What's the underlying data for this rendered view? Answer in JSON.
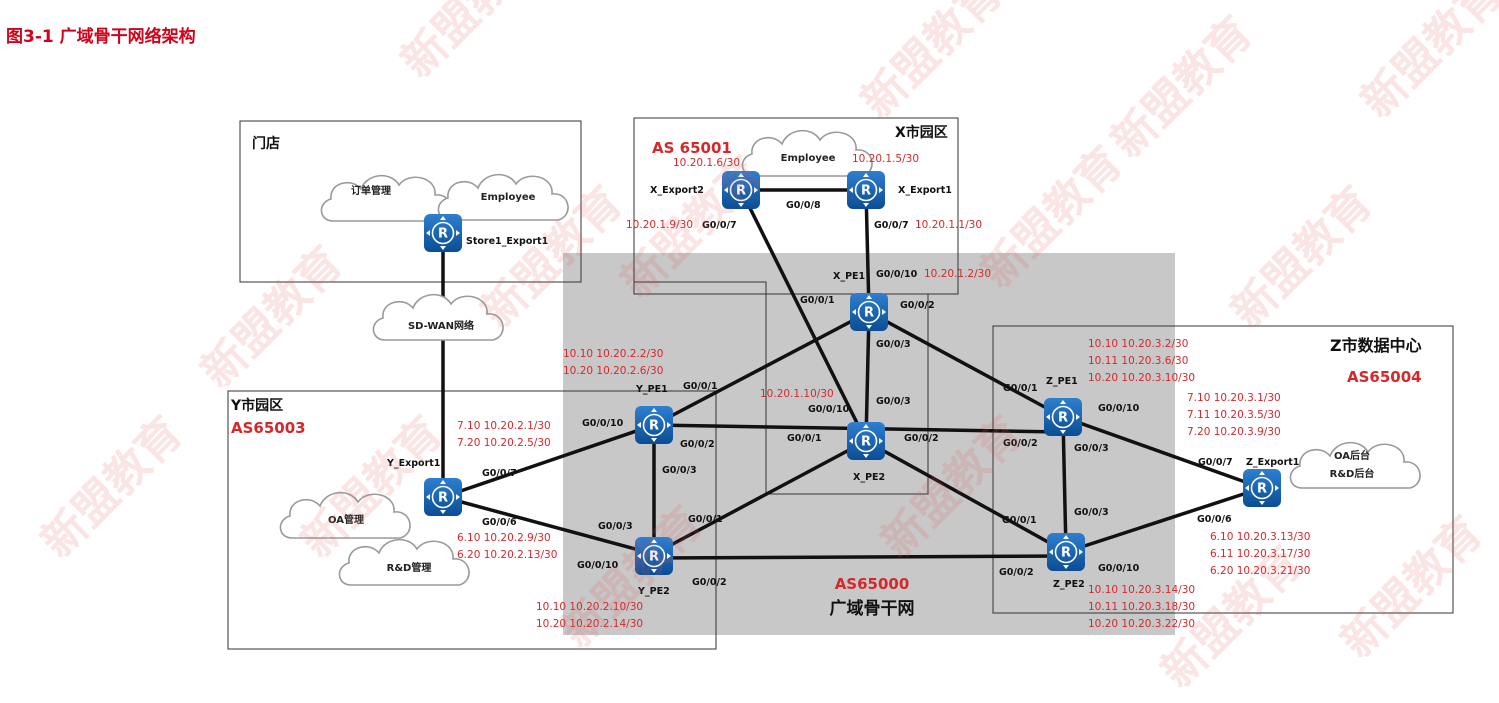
{
  "title": "图3-1 广域骨干网络架构",
  "watermark": "新盟教育",
  "zones": {
    "store": "门店",
    "x_park": "X市园区",
    "y_park": "Y市园区",
    "z_dc": "Z市数据中心",
    "backbone": "广域骨干网"
  },
  "as_numbers": {
    "x": "AS 65001",
    "y": "AS65003",
    "z": "AS65004",
    "backbone": "AS65000"
  },
  "clouds": {
    "order_mgmt": "订单管理",
    "store_employee": "Employee",
    "sdwan": "SD-WAN网络",
    "x_employee": "Employee",
    "oa_mgmt": "OA管理",
    "rd_mgmt": "R&D管理",
    "oa_backend": "OA后台",
    "rd_backend": "R&D后台"
  },
  "routers": {
    "store1_export1": "Store1_Export1",
    "x_export1": "X_Export1",
    "x_export2": "X_Export2",
    "x_pe1": "X_PE1",
    "x_pe2": "X_PE2",
    "y_export1": "Y_Export1",
    "y_pe1": "Y_PE1",
    "y_pe2": "Y_PE2",
    "z_pe1": "Z_PE1",
    "z_pe2": "Z_PE2",
    "z_export1": "Z_Export1"
  },
  "ports": {
    "x2_g7": "G0/0/7",
    "x2x1_g8": "G0/0/8",
    "x1_g7": "G0/0/7",
    "xpe1_g10": "G0/0/10",
    "xpe1_g1": "G0/0/1",
    "xpe1_g2": "G0/0/2",
    "xpe1_g3": "G0/0/3",
    "xpe2_g3": "G0/0/3",
    "xpe2_g10": "G0/0/10",
    "xpe2_g1": "G0/0/1",
    "xpe2_g2": "G0/0/2",
    "ype1_g1": "G0/0/1",
    "ype1_g10": "G0/0/10",
    "ype1_g2": "G0/0/2",
    "ype1_g3": "G0/0/3",
    "ype2_g3": "G0/0/3",
    "ype2_g1": "G0/0/1",
    "ype2_g10": "G0/0/10",
    "ype2_g2": "G0/0/2",
    "yexp_g7": "G0/0/7",
    "yexp_g6": "G0/0/6",
    "zpe1_g1": "G0/0/1",
    "zpe1_g2": "G0/0/2",
    "zpe1_g10": "G0/0/10",
    "zpe1_g3": "G0/0/3",
    "zpe2_g3": "G0/0/3",
    "zpe2_g1": "G0/0/1",
    "zpe2_g2": "G0/0/2",
    "zpe2_g10": "G0/0/10",
    "zexp_g7": "G0/0/7",
    "zexp_g6": "G0/0/6"
  },
  "ips": {
    "x2_top": "10.20.1.6/30",
    "x1_top": "10.20.1.5/30",
    "x2_bottom": "10.20.1.9/30",
    "x1_bottom": "10.20.1.1/30",
    "xpe1_g10": "10.20.1.2/30",
    "xpe2_g10": "10.20.1.10/30",
    "ype1_a": "10.10 10.20.2.2/30",
    "ype1_b": "10.20 10.20.2.6/30",
    "yexp_7a": "7.10 10.20.2.1/30",
    "yexp_7b": "7.20 10.20.2.5/30",
    "yexp_6a": "6.10 10.20.2.9/30",
    "yexp_6b": "6.20 10.20.2.13/30",
    "ype2_a": "10.10 10.20.2.10/30",
    "ype2_b": "10.20 10.20.2.14/30",
    "zpe1_a": "10.10 10.20.3.2/30",
    "zpe1_b": "10.11 10.20.3.6/30",
    "zpe1_c": "10.20 10.20.3.10/30",
    "zexp_7a": "7.10 10.20.3.1/30",
    "zexp_7b": "7.11 10.20.3.5/30",
    "zexp_7c": "7.20 10.20.3.9/30",
    "zexp_6a": "6.10 10.20.3.13/30",
    "zexp_6b": "6.11 10.20.3.17/30",
    "zexp_6c": "6.20 10.20.3.21/30",
    "zpe2_a": "10.10 10.20.3.14/30",
    "zpe2_b": "10.11 10.20.3.18/30",
    "zpe2_c": "10.20 10.20.3.22/30"
  }
}
